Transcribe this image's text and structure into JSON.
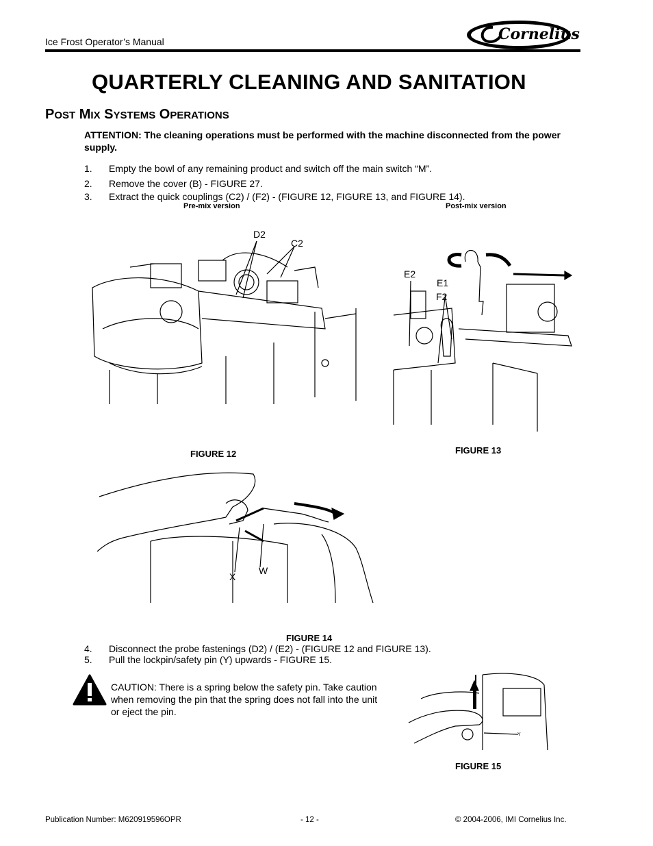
{
  "header": {
    "manual_title": "Ice Frost Operator’s Manual",
    "logo_text": "Cornelius"
  },
  "page_title": "QUARTERLY CLEANING AND SANITATION",
  "section": {
    "p1_cap": "P",
    "p1_rest": "OST",
    "p2_cap": "M",
    "p2_rest": "IX",
    "p3_cap": "S",
    "p3_rest": "YSTEMS",
    "p4_cap": "O",
    "p4_rest": "PERATIONS"
  },
  "attention": "ATTENTION: The cleaning operations must be performed with the machine disconnected from the power supply.",
  "steps": [
    {
      "num": "1.",
      "text": "Empty the bowl of any remaining product and switch off the main switch “M”."
    },
    {
      "num": "2.",
      "text": "Remove the cover (B) - FIGURE 27."
    },
    {
      "num": "3.",
      "text": "Extract the quick couplings (C2) / (F2) - (FIGURE 12, FIGURE 13, and FIGURE 14)."
    },
    {
      "num": "4.",
      "text": "Disconnect the probe fastenings (D2) / (E2) - (FIGURE 12 and FIGURE 13)."
    },
    {
      "num": "5.",
      "text": "Pull the lockpin/safety pin (Y) upwards - FIGURE 15."
    }
  ],
  "figures": {
    "fig12": {
      "version": "Pre-mix version",
      "caption": "FIGURE 12",
      "labels": {
        "d2": "D2",
        "c2": "C2"
      }
    },
    "fig13": {
      "version": "Post-mix version",
      "caption": "FIGURE 13",
      "labels": {
        "e2": "E2",
        "e1": "E1",
        "f2": "F2"
      }
    },
    "fig14": {
      "caption": "FIGURE 14",
      "labels": {
        "x": "X",
        "w": "W"
      }
    },
    "fig15": {
      "caption": "FIGURE 15",
      "labels": {
        "y": "Y"
      }
    }
  },
  "caution": "CAUTION: There is a spring below the safety pin. Take caution when removing the pin that the spring does not fall into the unit or eject the pin.",
  "footer": {
    "publication": "Publication Number: M620919596OPR",
    "page": "- 12 -",
    "copyright": "© 2004-2006, IMI Cornelius Inc."
  }
}
